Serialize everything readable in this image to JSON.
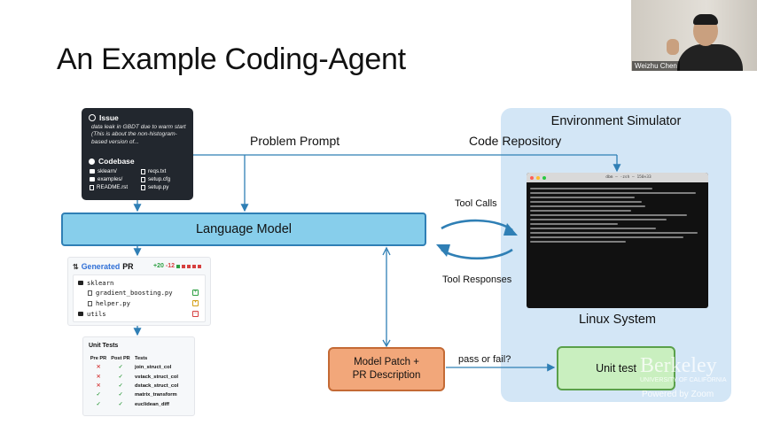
{
  "slide": {
    "title": "An Example Coding-Agent"
  },
  "webcam": {
    "participant_name": "Weizhu Chen"
  },
  "issue_card": {
    "issue_heading": "Issue",
    "issue_text": "data leak in GBDT due to warm start (This is about the non-histogram-based version of...",
    "codebase_heading": "Codebase",
    "files_left": [
      "sklearn/",
      "examples/",
      "README.rst"
    ],
    "files_right": [
      "reqs.txt",
      "setup.cfg",
      "setup.py"
    ]
  },
  "labels": {
    "problem_prompt": "Problem Prompt",
    "code_repository": "Code Repository",
    "tool_calls": "Tool Calls",
    "tool_responses": "Tool Responses",
    "pass_or_fail": "pass or fail?"
  },
  "language_model": {
    "label": "Language Model"
  },
  "environment": {
    "title": "Environment Simulator",
    "terminal_title": "dbm — -zsh — 150×33",
    "linux_label": "Linux System",
    "unit_test_label": "Unit test"
  },
  "generated_pr": {
    "prefix": "Generated",
    "suffix": "PR",
    "additions": "+20",
    "deletions": "-12",
    "tree": [
      {
        "name": "sklearn",
        "kind": "folder",
        "mark": ""
      },
      {
        "name": "gradient_boosting.py",
        "kind": "file",
        "mark": "added"
      },
      {
        "name": "helper.py",
        "kind": "file",
        "mark": "modified"
      },
      {
        "name": "utils",
        "kind": "folder",
        "mark": "removed"
      }
    ]
  },
  "unit_tests": {
    "title": "Unit Tests",
    "headers": [
      "Pre PR",
      "Post PR",
      "Tests"
    ],
    "rows": [
      {
        "pre": "fail",
        "post": "pass",
        "test": "join_struct_col"
      },
      {
        "pre": "fail",
        "post": "pass",
        "test": "vstack_struct_col"
      },
      {
        "pre": "fail",
        "post": "pass",
        "test": "dstack_struct_col"
      },
      {
        "pre": "pass",
        "post": "pass",
        "test": "matrix_transform"
      },
      {
        "pre": "pass",
        "post": "pass",
        "test": "euclidean_diff"
      }
    ]
  },
  "model_patch": {
    "line1": "Model Patch +",
    "line2": "PR Description"
  },
  "watermarks": {
    "logo": "Berkeley",
    "sub": "UNIVERSITY OF CALIFORNIA",
    "zoom": "Powered by Zoom"
  },
  "colors": {
    "language_model_fill": "#87ceeb",
    "environment_fill": "#d3e6f6",
    "unit_test_fill": "#c9efbf",
    "patch_fill": "#f2a77a",
    "issue_card_fill": "#22272e"
  }
}
